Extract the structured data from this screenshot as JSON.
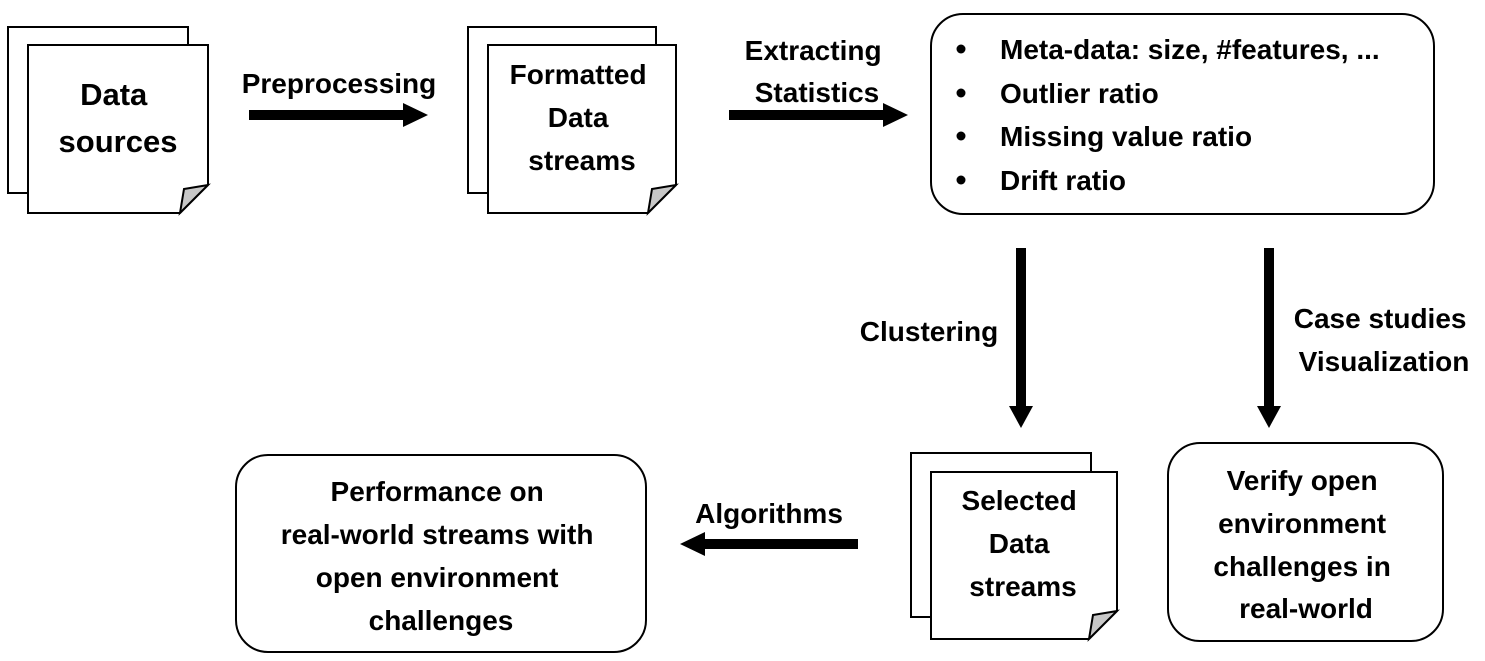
{
  "nodes": {
    "data_sources": {
      "lines": [
        "Data",
        "sources"
      ]
    },
    "formatted_streams": {
      "lines": [
        "Formatted",
        "Data",
        "streams"
      ]
    },
    "statistics_box": {
      "bullets": [
        "Meta-data: size, #features, ...",
        "Outlier ratio",
        "Missing value ratio",
        "Drift ratio"
      ]
    },
    "selected_streams": {
      "lines": [
        "Selected",
        "Data",
        "streams"
      ]
    },
    "verify_box": {
      "lines": [
        "Verify open",
        "environment",
        "challenges in",
        "real-world"
      ]
    },
    "performance_box": {
      "lines": [
        "Performance on",
        "real-world streams with",
        "open environment",
        "challenges"
      ]
    }
  },
  "edges": {
    "preprocessing": {
      "lines": [
        "Preprocessing"
      ]
    },
    "extracting_statistics": {
      "lines": [
        "Extracting",
        "Statistics"
      ]
    },
    "clustering": {
      "lines": [
        "Clustering"
      ]
    },
    "case_studies": {
      "lines": [
        "Case studies",
        "Visualization"
      ]
    },
    "algorithms": {
      "lines": [
        "Algorithms"
      ]
    }
  }
}
